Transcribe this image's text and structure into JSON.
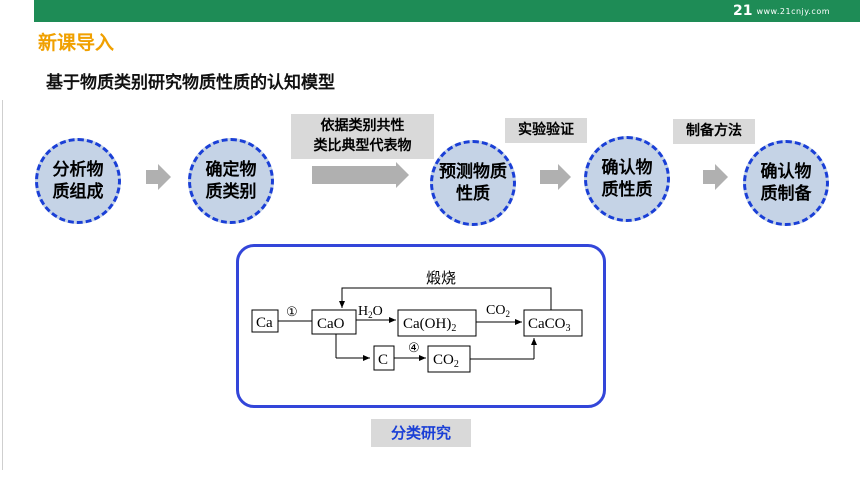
{
  "header": {
    "logo_mark": "21",
    "logo_url": "www.21cnjy.com"
  },
  "section_title": "新课导入",
  "subtitle": "基于物质类别研究物质性质的认知模型",
  "steps": [
    {
      "line1": "分析物",
      "line2": "质组成"
    },
    {
      "line1": "确定物",
      "line2": "质类别"
    },
    {
      "line1": "预测物质",
      "line2": "性质"
    },
    {
      "line1": "确认物",
      "line2": "质性质"
    },
    {
      "line1": "确认物",
      "line2": "质制备"
    }
  ],
  "tags": {
    "basis_line1": "依据类别共性",
    "basis_line2": "类比典型代表物",
    "experiment": "实验验证",
    "preparation": "制备方法"
  },
  "reaction": {
    "calcine": "煅烧",
    "ca": "Ca",
    "step1": "①",
    "cao": "CaO",
    "water_main": "H",
    "water_sub": "2",
    "water_tail": "O",
    "caoh2_main": "Ca(OH)",
    "caoh2_sub": "2",
    "co2_main": "CO",
    "co2_sub": "2",
    "caco3_main": "CaCO",
    "caco3_sub": "3",
    "c": "C",
    "step4": "④"
  },
  "caption": "分类研究",
  "colors": {
    "accent_green": "#1e8c56",
    "title_orange": "#f0a000",
    "circle_fill": "#c5d3e6",
    "dash_blue": "#1a3fd6",
    "box_border": "#3346d9"
  }
}
